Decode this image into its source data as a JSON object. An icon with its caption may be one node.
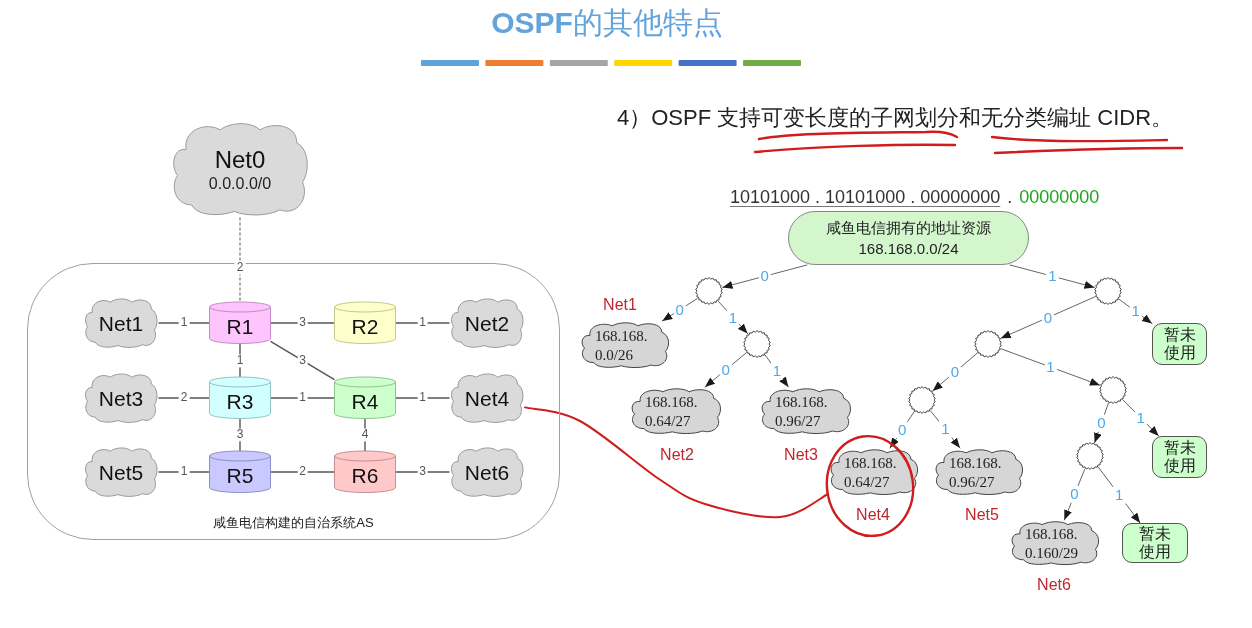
{
  "diagram": {
    "title": "**OSPF**的其他特点",
    "nodes": [
      {
        "text": [
          "Net0",
          "0.0.0.0/0"
        ]
      },
      {
        "text": [
          "咸鱼电信构建的自治系统AS"
        ]
      },
      {
        "text": [
          "Net1"
        ],
        "in": 1
      },
      {
        "text": [
          "R1"
        ],
        "in": 1
      },
      {
        "text": [
          "R2"
        ],
        "in": 1
      },
      {
        "text": [
          "Net2"
        ],
        "in": 1
      },
      {
        "text": [
          "Net3"
        ],
        "in": 1
      },
      {
        "text": [
          "R3"
        ],
        "in": 1
      },
      {
        "text": [
          "R4"
        ],
        "in": 1
      },
      {
        "text": [
          "Net4"
        ],
        "in": 1
      },
      {
        "text": [
          "Net5"
        ],
        "in": 1
      },
      {
        "text": [
          "R5"
        ],
        "in": 1
      },
      {
        "text": [
          "R6"
        ],
        "in": 1
      },
      {
        "text": [
          "Net6"
        ],
        "in": 1
      },
      {
        "text": [
          "咸鱼电信拥有的地址资源",
          "168.168.0.0/24"
        ]
      },
      {
        "text": [],
        "shape": "circle"
      },
      {
        "text": [],
        "shape": "circle"
      },
      {
        "text": [
          "168.168. 0.0/26"
        ],
        "beside": [
          "Net1"
        ]
      },
      {
        "text": [],
        "shape": "circle"
      },
      {
        "text": [
          "168.168. 0.64/27"
        ],
        "beside": [
          "Net2"
        ]
      },
      {
        "text": [
          "168.168. 0.96/27"
        ],
        "beside": [
          "Net3"
        ]
      },
      {
        "text": [],
        "shape": "circle"
      },
      {
        "text": [
          "暂未使用"
        ]
      },
      {
        "text": [],
        "shape": "circle"
      },
      {
        "text": [],
        "shape": "circle"
      },
      {
        "text": [
          "168.168. 0.64/27"
        ],
        "beside": [
          "Net4"
        ]
      },
      {
        "text": [
          "168.168. 0.96/27"
        ],
        "beside": [
          "Net5"
        ]
      },
      {
        "text": [],
        "shape": "circle"
      },
      {
        "text": [
          "暂未使用"
        ]
      },
      {
        "text": [
          "168.168. 0.160/29"
        ],
        "beside": [
          "Net6"
        ]
      },
      {
        "text": [
          "暂未使用"
        ]
      }
    ],
    "edges": [
      {
        "from": 0,
        "to": 3,
        "arrow": "none",
        "label": "2",
        "style": "dashed"
      },
      {
        "from": 2,
        "to": 3,
        "arrow": "none",
        "label": "1"
      },
      {
        "from": 3,
        "to": 4,
        "arrow": "none",
        "label": "3"
      },
      {
        "from": 4,
        "to": 5,
        "arrow": "none",
        "label": "1"
      },
      {
        "from": 3,
        "to": 7,
        "arrow": "none",
        "label": "1"
      },
      {
        "from": 3,
        "to": 8,
        "arrow": "none",
        "label": "3"
      },
      {
        "from": 6,
        "to": 7,
        "arrow": "none",
        "label": "2"
      },
      {
        "from": 7,
        "to": 8,
        "arrow": "none",
        "label": "1"
      },
      {
        "from": 8,
        "to": 9,
        "arrow": "none",
        "label": "1"
      },
      {
        "from": 7,
        "to": 11,
        "arrow": "none",
        "label": "3"
      },
      {
        "from": 8,
        "to": 12,
        "arrow": "none",
        "label": "4"
      },
      {
        "from": 10,
        "to": 11,
        "arrow": "none",
        "label": "1"
      },
      {
        "from": 11,
        "to": 12,
        "arrow": "none",
        "label": "2"
      },
      {
        "from": 12,
        "to": 13,
        "arrow": "none",
        "label": "3"
      },
      {
        "from": 14,
        "to": 15,
        "arrow": "to",
        "label": "0"
      },
      {
        "from": 14,
        "to": 16,
        "arrow": "to",
        "label": "1"
      },
      {
        "from": 15,
        "to": 17,
        "arrow": "to",
        "label": "0"
      },
      {
        "from": 15,
        "to": 18,
        "arrow": "to",
        "label": "1"
      },
      {
        "from": 18,
        "to": 19,
        "arrow": "to",
        "label": "0"
      },
      {
        "from": 18,
        "to": 20,
        "arrow": "to",
        "label": "1"
      },
      {
        "from": 16,
        "to": 21,
        "arrow": "to",
        "label": "0"
      },
      {
        "from": 16,
        "to": 22,
        "arrow": "to",
        "label": "1"
      },
      {
        "from": 21,
        "to": 23,
        "arrow": "to",
        "label": "0"
      },
      {
        "from": 21,
        "to": 24,
        "arrow": "to",
        "label": "1"
      },
      {
        "from": 23,
        "to": 25,
        "arrow": "to",
        "label": "0"
      },
      {
        "from": 23,
        "to": 26,
        "arrow": "to",
        "label": "1"
      },
      {
        "from": 24,
        "to": 27,
        "arrow": "to",
        "label": "0"
      },
      {
        "from": 24,
        "to": 28,
        "arrow": "to",
        "label": "1"
      },
      {
        "from": 27,
        "to": 29,
        "arrow": "to",
        "label": "0"
      },
      {
        "from": 27,
        "to": 30,
        "arrow": "to",
        "label": "1"
      },
      {
        "from": 9,
        "to": 25,
        "arrow": "none",
        "color": "#d01c1c"
      }
    ],
    "labels": [
      "4）OSPF 支持可变长度的子网划分和无分类编址 CIDR。",
      "10101000 . 10101000 . 00000000",
      ".",
      "00000000"
    ]
  }
}
